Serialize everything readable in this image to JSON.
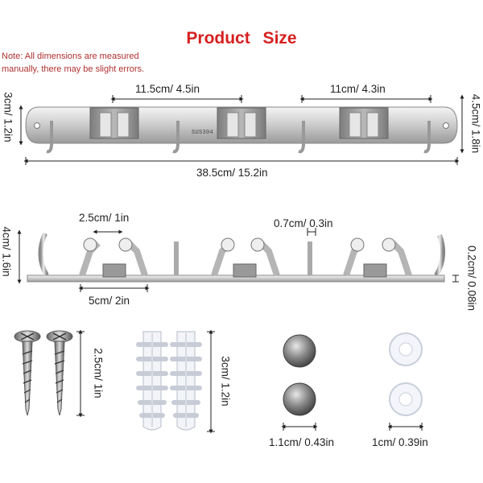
{
  "title": "Product   Size",
  "note": {
    "line1": "Note: All dimensions are measured",
    "line2": "manually, there may be slight errors."
  },
  "top_view": {
    "height_left": "3cm/ 1.2in",
    "gap_left": "11.5cm/ 4.5in",
    "gap_right": "11cm/ 4.3in",
    "height_right": "4.5cm/ 1.8in",
    "total_length": "38.5cm/ 15.2in",
    "stamp": "SUS304"
  },
  "side_view": {
    "height_left": "4cm/ 1.6in",
    "clamp_width": "2.5cm/ 1in",
    "hook_width": "0.7cm/ 0.3in",
    "thickness": "0.2cm/ 0.08in",
    "base_length": "5cm/ 2in"
  },
  "accessories": {
    "screw_length": "2.5cm/ 1in",
    "anchor_length": "3cm/ 1.2in",
    "cap_diameter": "1.1cm/ 0.43in",
    "washer_diameter": "1cm/ 0.39in"
  }
}
